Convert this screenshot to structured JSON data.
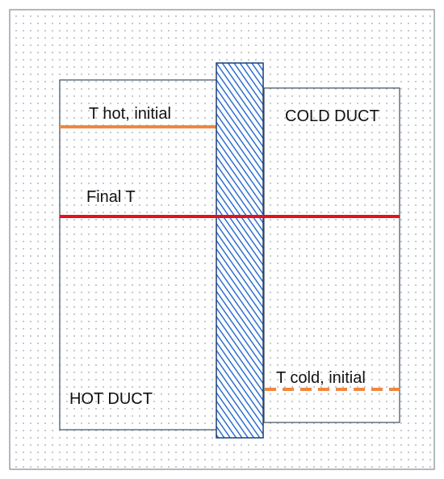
{
  "labels": {
    "t_hot_initial": "T hot, initial",
    "cold_duct": "COLD DUCT",
    "final_t": "Final T",
    "t_cold_initial": "T cold, initial",
    "hot_duct": "HOT DUCT"
  },
  "colors": {
    "background_dots": "#9aa4b0",
    "outer_border": "#7f8a96",
    "duct_border": "#4a5a6a",
    "hot_initial_line": "#f0883e",
    "final_line": "#e0141c",
    "cold_initial_line": "#f0883e",
    "wall_fill": "#ffffff",
    "wall_hatch": "#2f6fd0",
    "wall_border": "#1a3f7a"
  },
  "styles": {
    "cold_initial_line": "dashed",
    "wall_pattern": "diagonal-hatch"
  }
}
